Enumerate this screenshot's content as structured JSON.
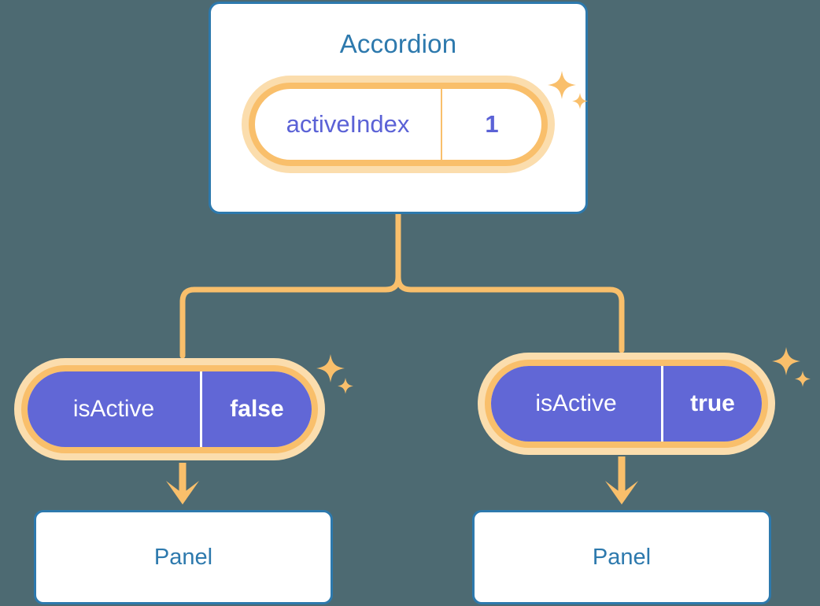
{
  "diagram": {
    "title_node": "Accordion",
    "background_color": "#4d6a72",
    "accent_blue": "#2d79ad",
    "accent_orange": "#f9bf6b",
    "accent_glow": "#fbddad",
    "accent_purple": "#6167d6",
    "state_text_color": "#5b62d6"
  },
  "root": {
    "label": "Accordion",
    "state": {
      "key": "activeIndex",
      "value": "1"
    }
  },
  "children": [
    {
      "state": {
        "key": "isActive",
        "value": "false"
      },
      "panel": {
        "label": "Panel"
      }
    },
    {
      "state": {
        "key": "isActive",
        "value": "true"
      },
      "panel": {
        "label": "Panel"
      }
    }
  ],
  "icons": {
    "sparkle_large": "sparkle-icon",
    "sparkle_small": "sparkle-icon",
    "arrow": "arrow-down-icon"
  }
}
